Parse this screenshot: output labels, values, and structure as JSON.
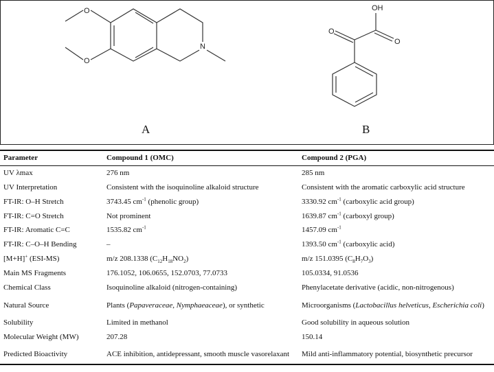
{
  "figure": {
    "labels": {
      "a": "A",
      "b": "B"
    },
    "compound_a_atoms": {
      "o1": "O",
      "o2": "O",
      "n": "N"
    },
    "compound_b_atoms": {
      "oh": "OH",
      "o_ketone": "O",
      "o_acid": "O"
    }
  },
  "table": {
    "headers": [
      "Parameter",
      "Compound 1 (OMC)",
      "Compound 2 (PGA)"
    ],
    "rows": [
      [
        [
          {
            "t": "UV λmax"
          }
        ],
        [
          {
            "t": "276 nm"
          }
        ],
        [
          {
            "t": "285 nm"
          }
        ]
      ],
      [
        [
          {
            "t": "UV Interpretation"
          }
        ],
        [
          {
            "t": "Consistent with the isoquinoline alkaloid structure"
          }
        ],
        [
          {
            "t": "Consistent with the aromatic carboxylic acid structure"
          }
        ]
      ],
      [
        [
          {
            "t": "FT-IR: O–H Stretch"
          }
        ],
        [
          {
            "t": "3743.45 cm"
          },
          {
            "t": "-1",
            "s": "sup"
          },
          {
            "t": " (phenolic group)"
          }
        ],
        [
          {
            "t": "3330.92 cm"
          },
          {
            "t": "-1",
            "s": "sup"
          },
          {
            "t": " (carboxylic acid group)"
          }
        ]
      ],
      [
        [
          {
            "t": "FT-IR: C=O Stretch"
          }
        ],
        [
          {
            "t": "Not prominent"
          }
        ],
        [
          {
            "t": "1639.87 cm"
          },
          {
            "t": "-1",
            "s": "sup"
          },
          {
            "t": " (carboxyl group)"
          }
        ]
      ],
      [
        [
          {
            "t": "FT-IR: Aromatic C=C"
          }
        ],
        [
          {
            "t": "1535.82 cm"
          },
          {
            "t": "-1",
            "s": "sup"
          }
        ],
        [
          {
            "t": "1457.09 cm"
          },
          {
            "t": "-1",
            "s": "sup"
          }
        ]
      ],
      [
        [
          {
            "t": "FT-IR: C–O–H Bending"
          }
        ],
        [
          {
            "t": "–"
          }
        ],
        [
          {
            "t": "1393.50 cm"
          },
          {
            "t": "-1",
            "s": "sup"
          },
          {
            "t": " (carboxylic acid)"
          }
        ]
      ],
      [
        [
          {
            "t": "[M+H]"
          },
          {
            "t": "+",
            "s": "sup"
          },
          {
            "t": " (ESI-MS)"
          }
        ],
        [
          {
            "t": "m/z 208.1338 (C"
          },
          {
            "t": "12",
            "s": "sub"
          },
          {
            "t": "H"
          },
          {
            "t": "18",
            "s": "sub"
          },
          {
            "t": "NO"
          },
          {
            "t": "2",
            "s": "sub"
          },
          {
            "t": ")"
          }
        ],
        [
          {
            "t": "m/z 151.0395 (C"
          },
          {
            "t": "8",
            "s": "sub"
          },
          {
            "t": "H"
          },
          {
            "t": "7",
            "s": "sub"
          },
          {
            "t": "O"
          },
          {
            "t": "3",
            "s": "sub"
          },
          {
            "t": ")"
          }
        ]
      ],
      [
        [
          {
            "t": "Main MS Fragments"
          }
        ],
        [
          {
            "t": "176.1052, 106.0655, 152.0703, 77.0733"
          }
        ],
        [
          {
            "t": "105.0334, 91.0536"
          }
        ]
      ],
      [
        [
          {
            "t": "Chemical Class"
          }
        ],
        [
          {
            "t": "Isoquinoline alkaloid (nitrogen-containing)"
          }
        ],
        [
          {
            "t": "Phenylacetate derivative (acidic, non-nitrogenous)"
          }
        ]
      ],
      [
        [
          {
            "t": "Natural Source"
          }
        ],
        [
          {
            "t": "Plants ("
          },
          {
            "t": "Papaveraceae",
            "s": "i"
          },
          {
            "t": ", "
          },
          {
            "t": "Nymphaeaceae",
            "s": "i"
          },
          {
            "t": "), or synthetic"
          }
        ],
        [
          {
            "t": "Microorganisms ("
          },
          {
            "t": "Lactobacillus helveticus",
            "s": "i"
          },
          {
            "t": ", "
          },
          {
            "t": "Escherichia coli",
            "s": "i"
          },
          {
            "t": ")"
          }
        ]
      ],
      [
        [
          {
            "t": "Solubility"
          }
        ],
        [
          {
            "t": "Limited in methanol"
          }
        ],
        [
          {
            "t": "Good solubility in aqueous solution"
          }
        ]
      ],
      [
        [
          {
            "t": "Molecular Weight (MW)"
          }
        ],
        [
          {
            "t": "207.28"
          }
        ],
        [
          {
            "t": "150.14"
          }
        ]
      ],
      [
        [
          {
            "t": "Predicted Bioactivity"
          }
        ],
        [
          {
            "t": "ACE inhibition, antidepressant, smooth muscle vasorelaxant"
          }
        ],
        [
          {
            "t": "Mild anti-inflammatory potential, biosynthetic precursor"
          }
        ]
      ]
    ]
  }
}
